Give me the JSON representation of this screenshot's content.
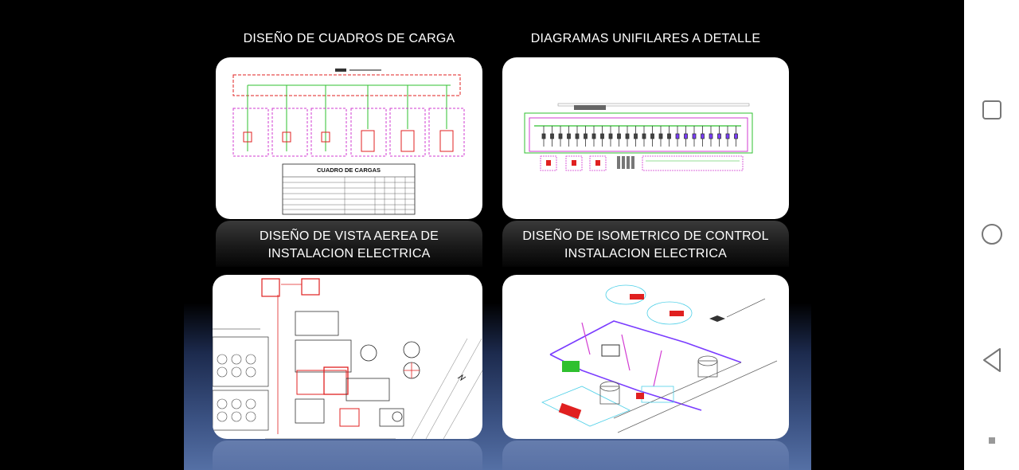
{
  "captions": {
    "top_left": "DISEÑO DE CUADROS DE CARGA",
    "top_right": "DIAGRAMAS UNIFILARES A DETALLE",
    "bottom_left_line1": "DISEÑO DE VISTA AEREA DE",
    "bottom_left_line2": "INSTALACION ELECTRICA",
    "bottom_right_line1": "DISEÑO DE ISOMETRICO DE CONTROL",
    "bottom_right_line2": "INSTALACION ELECTRICA"
  },
  "cards": {
    "load_table_title": "CUADRO DE CARGAS"
  },
  "nav": {
    "recents": "square-icon",
    "home": "circle-icon",
    "back": "triangle-back-icon",
    "menu": "dot-icon"
  },
  "colors": {
    "background": "#000000",
    "navbar": "#ffffff",
    "glow": "#5570a5",
    "magenta": "#d23bd2",
    "green": "#2fc02f",
    "red": "#e02020",
    "cyan": "#4fd0e8",
    "purple": "#7a3cff"
  }
}
